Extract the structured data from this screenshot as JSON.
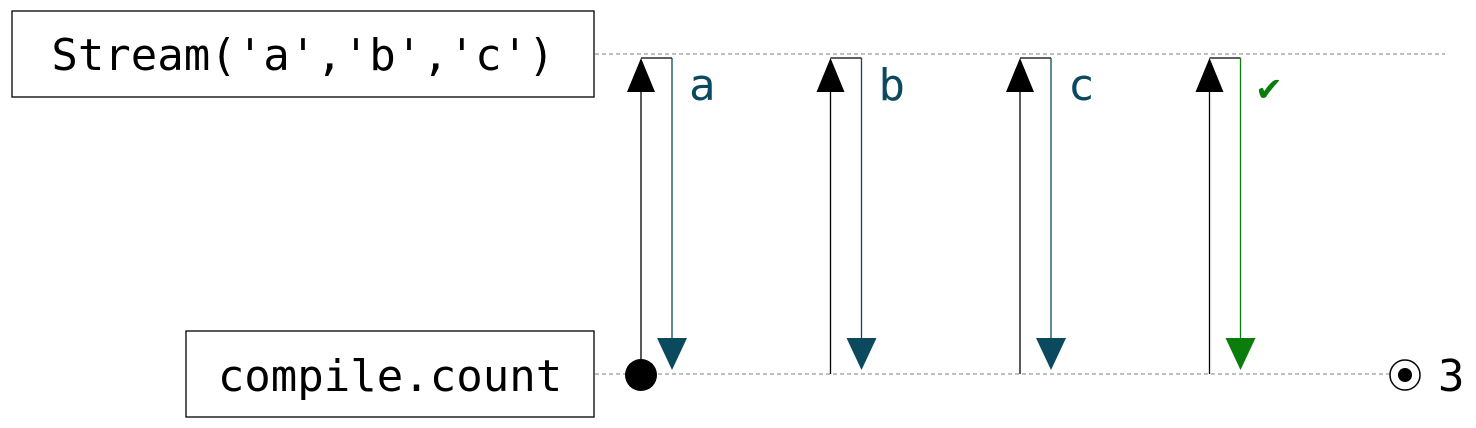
{
  "source": {
    "label": "Stream('a','b','c')"
  },
  "sink": {
    "label": "compile.count"
  },
  "colors": {
    "request": "#000000",
    "value": "#0b4a5e",
    "complete": "#0a7d0a",
    "timeline": "#9a9a9a"
  },
  "exchanges": [
    {
      "label": "a",
      "kind": "value"
    },
    {
      "label": "b",
      "kind": "value"
    },
    {
      "label": "c",
      "kind": "value"
    },
    {
      "label": "✔",
      "kind": "complete"
    }
  ],
  "result": {
    "value": "3",
    "icon": "target-circle-icon"
  },
  "start_marker": {
    "icon": "filled-circle-icon"
  }
}
